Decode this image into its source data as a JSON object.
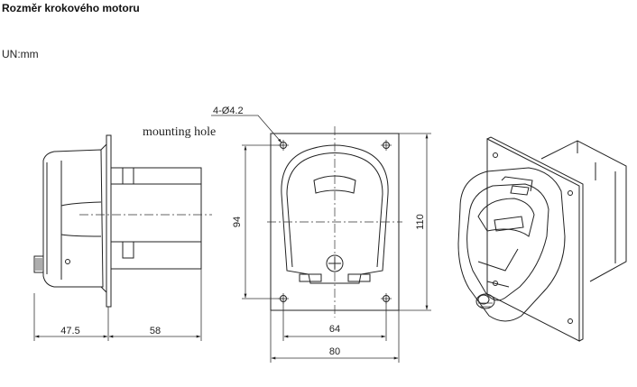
{
  "title": "Rozměr krokového motoru",
  "units": "UN:mm",
  "labels": {
    "mounting_hole": "mounting hole",
    "hole_spec": "4-Ø4.2"
  },
  "dimensions": {
    "side_depth": "47.5",
    "motor_length": "58",
    "hole_vertical": "94",
    "plate_height": "110",
    "hole_horizontal": "64",
    "plate_width": "80"
  }
}
